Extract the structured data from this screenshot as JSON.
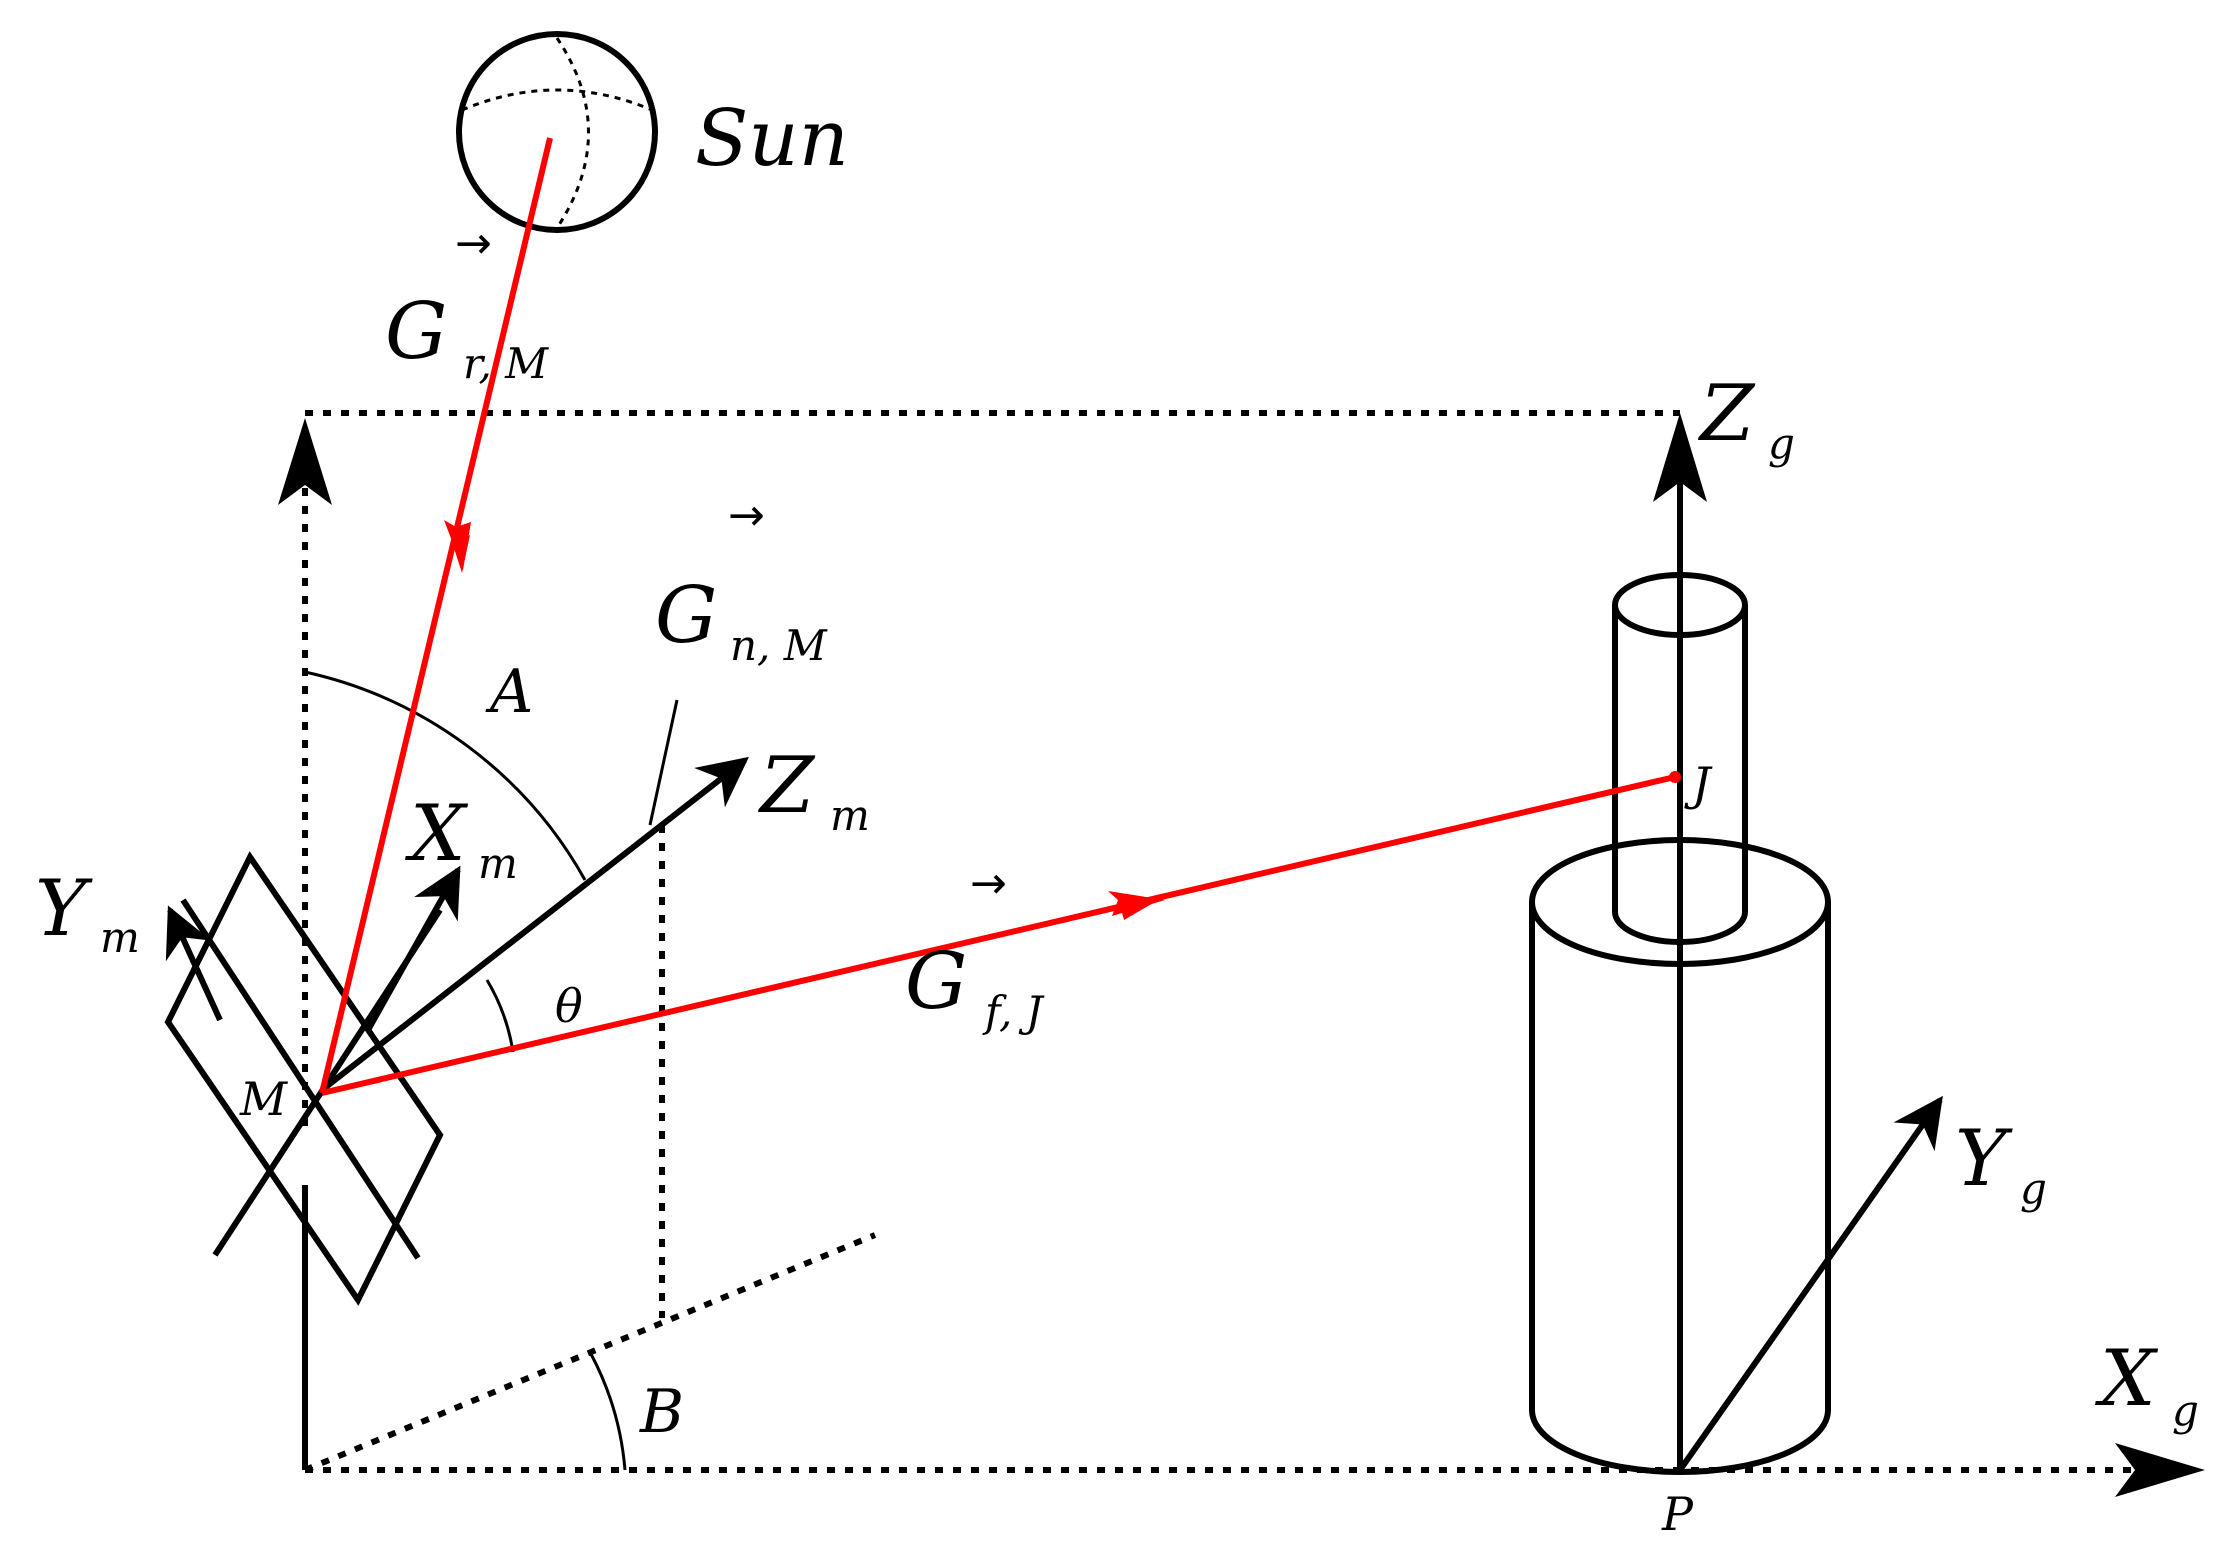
{
  "colors": {
    "ink": "#000000",
    "ray": "#ff0000",
    "background": "#ffffff"
  },
  "labels": {
    "sun": "Sun",
    "vector_arrow": "→",
    "g_reflected": {
      "main": "G",
      "sub": "r, M"
    },
    "g_normal": {
      "main": "G",
      "sub": "n, M"
    },
    "g_focus": {
      "main": "G",
      "sub": "f, J"
    },
    "angle_a": "A",
    "angle_b": "B",
    "angle_theta": "θ",
    "mirror_x": {
      "main": "X",
      "sub": "m"
    },
    "mirror_y": {
      "main": "Y",
      "sub": "m"
    },
    "mirror_z": {
      "main": "Z",
      "sub": "m"
    },
    "ground_x": {
      "main": "X",
      "sub": "g"
    },
    "ground_y": {
      "main": "Y",
      "sub": "g"
    },
    "ground_z": {
      "main": "Z",
      "sub": "g"
    },
    "point_m": "M",
    "point_j": "J",
    "point_p": "P"
  },
  "icons": {
    "sun": "sphere-icon",
    "receiver": "cylinder-tower-icon",
    "mirror": "heliostat-mirror-icon"
  }
}
